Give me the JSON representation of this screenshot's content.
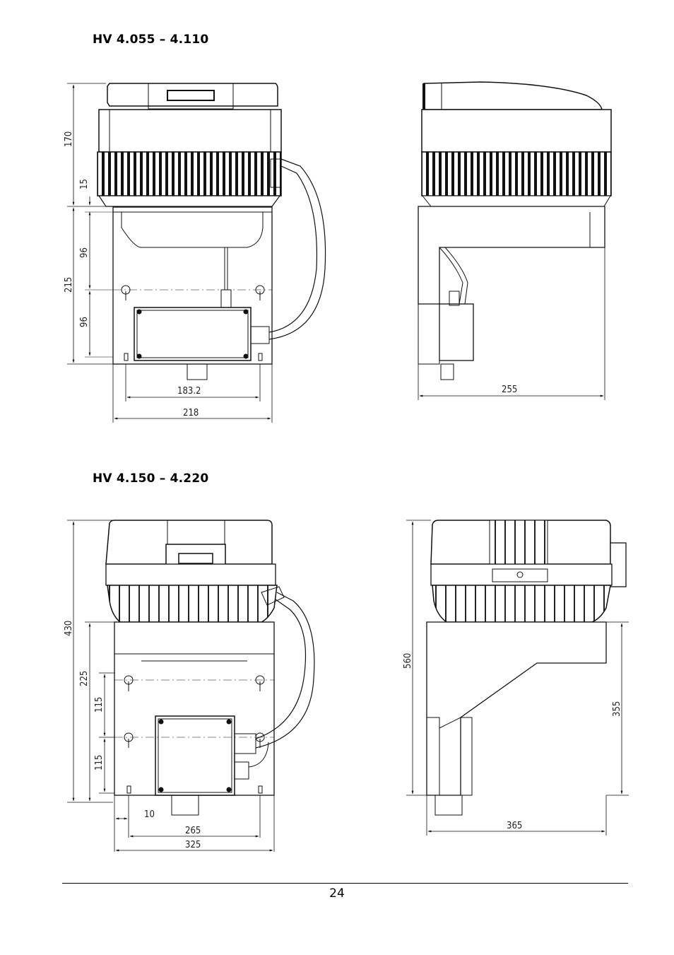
{
  "sections": [
    {
      "title": "HV 4.055 – 4.110",
      "front_dims": {
        "h_total": "170",
        "h_gap": "15",
        "h_bracket": "215",
        "h_upper": "96",
        "h_lower": "96",
        "w_holes": "183.2",
        "w_total": "218"
      },
      "side_dims": {
        "w_total": "255"
      }
    },
    {
      "title": "HV 4.150 – 4.220",
      "front_dims": {
        "h_total": "430",
        "h_bracket": "225",
        "h_upper": "115",
        "h_lower": "115",
        "w_edge": "10",
        "w_holes": "265",
        "w_total": "325"
      },
      "side_dims": {
        "h_total": "560",
        "h_bracket": "355",
        "w_total": "365"
      }
    }
  ],
  "page_number": "24"
}
